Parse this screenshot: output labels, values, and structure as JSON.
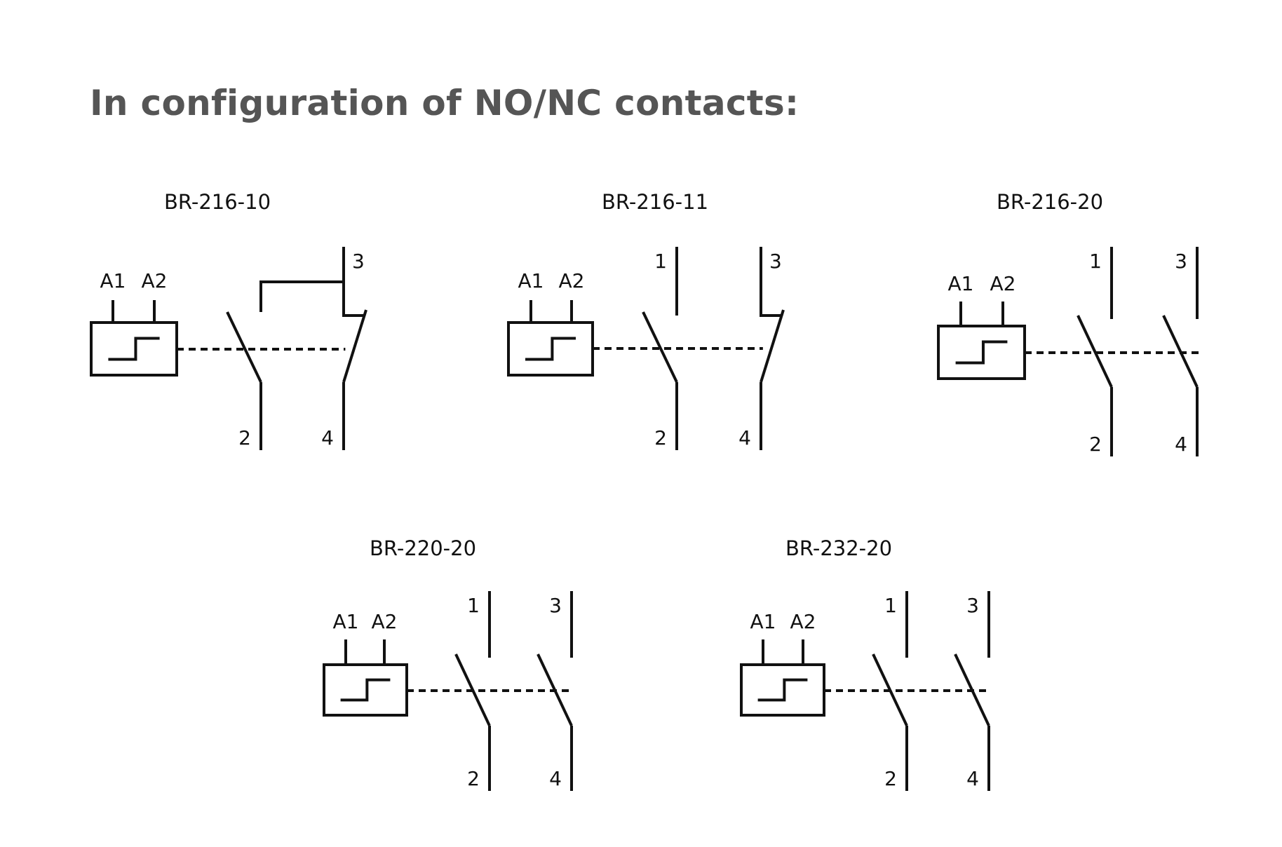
{
  "title": "In configuration of NO/NC contacts:",
  "diagrams": [
    {
      "model": "BR-216-10",
      "coil_terminals": [
        "A1",
        "A2"
      ],
      "coil_icon": "step-function-icon",
      "contacts": [
        {
          "type": "NO",
          "top": "",
          "bottom": "2"
        },
        {
          "type": "NC",
          "top": "3",
          "bottom": "4"
        }
      ]
    },
    {
      "model": "BR-216-11",
      "coil_terminals": [
        "A1",
        "A2"
      ],
      "coil_icon": "step-function-icon",
      "contacts": [
        {
          "type": "NO",
          "top": "1",
          "bottom": "2"
        },
        {
          "type": "NC",
          "top": "3",
          "bottom": "4"
        }
      ]
    },
    {
      "model": "BR-216-20",
      "coil_terminals": [
        "A1",
        "A2"
      ],
      "coil_icon": "step-function-icon",
      "contacts": [
        {
          "type": "NO",
          "top": "1",
          "bottom": "2"
        },
        {
          "type": "NO",
          "top": "3",
          "bottom": "4"
        }
      ]
    },
    {
      "model": "BR-220-20",
      "coil_terminals": [
        "A1",
        "A2"
      ],
      "coil_icon": "step-function-icon",
      "contacts": [
        {
          "type": "NO",
          "top": "1",
          "bottom": "2"
        },
        {
          "type": "NO",
          "top": "3",
          "bottom": "4"
        }
      ]
    },
    {
      "model": "BR-232-20",
      "coil_terminals": [
        "A1",
        "A2"
      ],
      "coil_icon": "step-function-icon",
      "contacts": [
        {
          "type": "NO",
          "top": "1",
          "bottom": "2"
        },
        {
          "type": "NO",
          "top": "3",
          "bottom": "4"
        }
      ]
    }
  ]
}
